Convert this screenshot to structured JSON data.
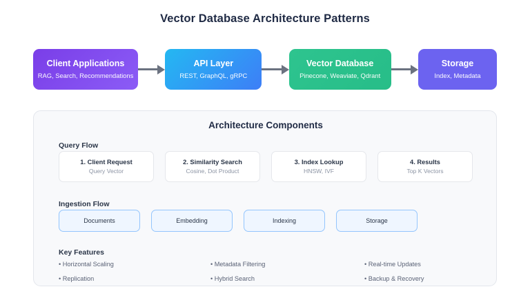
{
  "page": {
    "title": "Vector Database Architecture Patterns"
  },
  "pipeline": {
    "arrow_icon": "arrow-right-icon",
    "stages": [
      {
        "title": "Client Applications",
        "subtitle": "RAG, Search, Recommendations",
        "color": "#8b5cf6"
      },
      {
        "title": "API Layer",
        "subtitle": "REST, GraphQL, gRPC",
        "color": "#3d7ef7"
      },
      {
        "title": "Vector Database",
        "subtitle": "Pinecone, Weaviate, Qdrant",
        "color": "#2ec48f"
      },
      {
        "title": "Storage",
        "subtitle": "Index, Metadata",
        "color": "#6c63f0"
      }
    ]
  },
  "panel": {
    "title": "Architecture Components",
    "query_flow": {
      "label": "Query Flow",
      "cards": [
        {
          "title": "1. Client Request",
          "subtitle": "Query Vector"
        },
        {
          "title": "2. Similarity Search",
          "subtitle": "Cosine, Dot Product"
        },
        {
          "title": "3. Index Lookup",
          "subtitle": "HNSW, IVF"
        },
        {
          "title": "4. Results",
          "subtitle": "Top K Vectors"
        }
      ]
    },
    "ingestion_flow": {
      "label": "Ingestion Flow",
      "cards": [
        {
          "label": "Documents"
        },
        {
          "label": "Embedding"
        },
        {
          "label": "Indexing"
        },
        {
          "label": "Storage"
        }
      ]
    },
    "key_features": {
      "label": "Key Features",
      "items": [
        {
          "text": "• Horizontal Scaling"
        },
        {
          "text": "• Metadata Filtering"
        },
        {
          "text": "• Real-time Updates"
        },
        {
          "text": "• Replication"
        },
        {
          "text": "• Hybrid Search"
        },
        {
          "text": "• Backup & Recovery"
        }
      ]
    }
  }
}
